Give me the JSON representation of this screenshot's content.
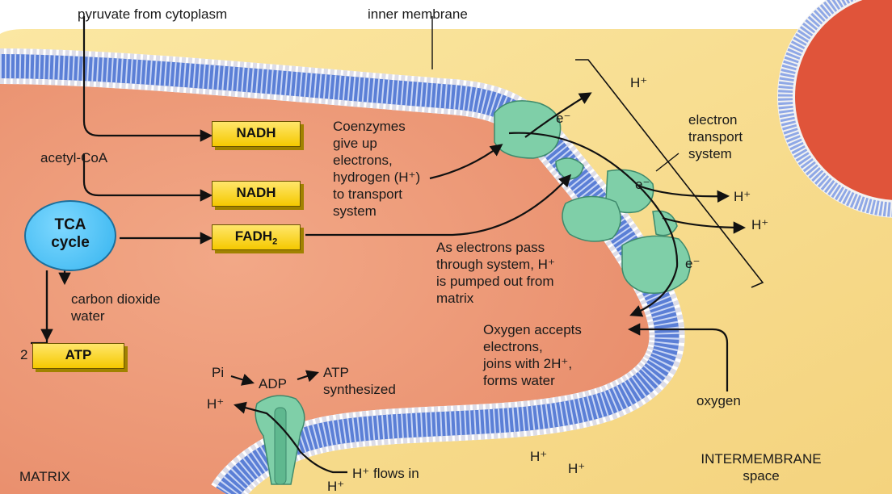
{
  "labels": {
    "pyruvate": "pyruvate from cytoplasm",
    "inner_membrane": "inner membrane",
    "acetyl_coa": "acetyl-CoA",
    "nadh1": "NADH",
    "nadh2": "NADH",
    "fadh2_base": "FADH",
    "fadh2_sub": "2",
    "tca_line1": "TCA",
    "tca_line2": "cycle",
    "coenzymes": "Coenzymes\ngive up\nelectrons,\nhydrogen (H⁺)\nto transport\nsystem",
    "etc_label": "electron\ntransport\nsystem",
    "electrons_pass": "As electrons pass\nthrough system, H⁺\nis pumped out from\nmatrix",
    "co2_water": "carbon dioxide\nwater",
    "atp_count": "2",
    "atp_box": "ATP",
    "oxygen_accepts": "Oxygen accepts\nelectrons,\njoins with 2H⁺,\nforms water",
    "oxygen": "oxygen",
    "pi": "Pi",
    "adp": "ADP",
    "atp_synth": "ATP\nsynthesized",
    "h_flows_in": "H⁺ flows in",
    "matrix": "MATRIX",
    "intermembrane": "INTERMEMBRANE\nspace",
    "e1": "e⁻",
    "e2": "e⁻",
    "e3": "e⁻",
    "h_top": "H⁺",
    "h_right1": "H⁺",
    "h_right2": "H⁺",
    "h_synth_left": "H⁺",
    "h_synth_bottom": "H⁺",
    "h_bottom1": "H⁺",
    "h_bottom2": "H⁺"
  },
  "colors": {
    "matrix": "#ee9a78",
    "intermembrane": "#f8df92",
    "membrane_blue": "#5b7fd6",
    "protein": "#7fcfa8",
    "atp_box": "#f5c900",
    "tca_circle": "#35b4ef",
    "outer_red": "#e0543a"
  }
}
